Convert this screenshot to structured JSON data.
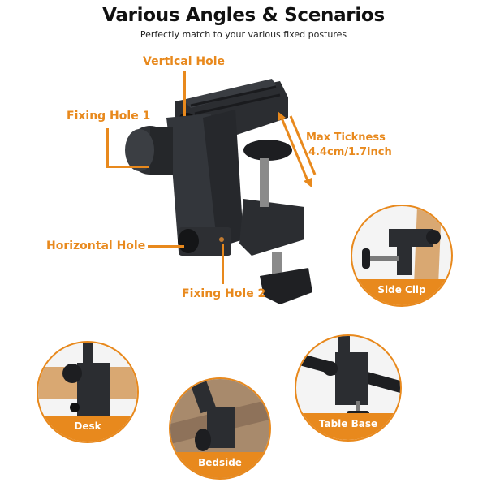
{
  "header": {
    "title": "Various Angles & Scenarios",
    "subtitle": "Perfectly match to your various fixed postures"
  },
  "callouts": {
    "vertical_hole": "Vertical Hole",
    "fixing_hole_1": "Fixing Hole 1",
    "max_thickness_line1": "Max Tickness",
    "max_thickness_line2": "4.4cm/1.7inch",
    "horizontal_hole": "Horizontal Hole",
    "fixing_hole_2": "Fixing Hole 2"
  },
  "scenarios": [
    {
      "label": "Side Clip"
    },
    {
      "label": "Desk"
    },
    {
      "label": "Bedside"
    },
    {
      "label": "Table Base"
    }
  ],
  "colors": {
    "accent": "#e8891d",
    "product": "#2b2d31",
    "wood": "#d9a872"
  }
}
